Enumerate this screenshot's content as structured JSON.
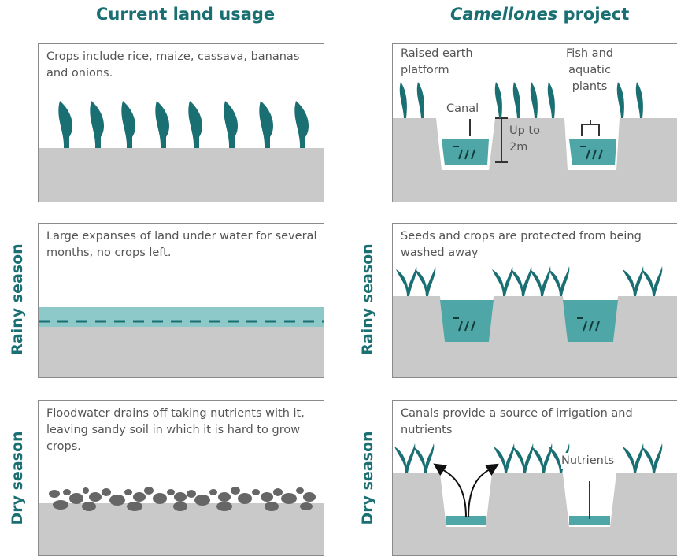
{
  "titles": {
    "current": "Current land usage",
    "project_italic": "Camellones",
    "project_rest": " project"
  },
  "side_labels": {
    "rainy": "Rainy season",
    "dry": "Dry season"
  },
  "panels": {
    "current_normal": "Crops include rice, maize, cassava, bananas and onions.",
    "current_rainy": "Large expanses of land under water for several months, no crops left.",
    "current_dry": "Floodwater drains off taking nutrients with it, leaving sandy soil in which it is hard to grow crops.",
    "project_rainy": "Seeds and crops are protected from being washed away",
    "project_dry": "Canals provide a source of irrigation and nutrients"
  },
  "labels": {
    "raised_platform": "Raised earth platform",
    "canal": "Canal",
    "fish_plants": "Fish and aquatic plants",
    "up_to": "Up to 2m",
    "nutrients": "Nutrients"
  },
  "colors": {
    "teal": "#1a6f73",
    "water": "#4fa6a6",
    "soil": "#c9c9c9",
    "stone": "#666666"
  }
}
